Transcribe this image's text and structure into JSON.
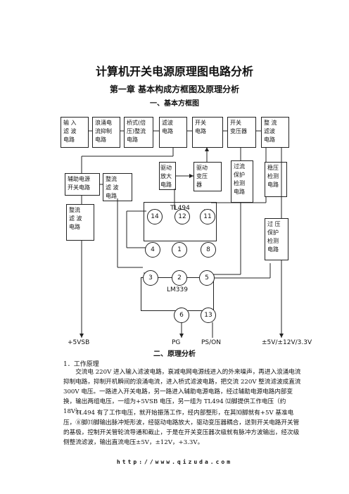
{
  "title": "计算机开关电源原理图电路分析",
  "chapter": "第一章  基本构成方框图及原理分析",
  "section1": "一、基本方框图",
  "blocks": {
    "input_filter": "输 入\n滤 波\n电路",
    "inrush": "浪涌电\n流抑制\n电路",
    "bridge": "桥式(倍\n压)整流\n电路",
    "filter1": "滤波\n电路",
    "switch": "开关\n电路",
    "transformer": "开关\n变压器",
    "rect_filter": "整 流\n滤波\n电路",
    "aux_power": "辅助电源\n开关电路",
    "aux_rect": "整流\n滤 波\n电路",
    "drive_amp": "驱动\n放大\n电路",
    "drive_tf": "驱动\n变压\n器",
    "ocp": "过流\n保护\n检测\n电路",
    "vreg": "稳压\n检测\n电路",
    "aux_filter": "整流\n滤 波\n电路",
    "ovp": "过 压\n保护\n检测\n电路"
  },
  "chips": {
    "tl494": {
      "name": "TL494",
      "pins_top": [
        "14",
        "12",
        "11"
      ],
      "pins_bottom": [
        "4",
        "1",
        "8"
      ]
    },
    "lm339": {
      "name": "LM339",
      "pins_top": [
        "3",
        "2",
        "5"
      ],
      "pins_bottom": [
        "6",
        "13"
      ]
    }
  },
  "outputs": {
    "v5sb": "+5VSB",
    "pg": "PG",
    "pson": "PS/ON",
    "rails": "±5V/±12V/3.3V"
  },
  "section2": "二、原理分析",
  "subheading": "1．工作原理",
  "paragraphs": [
    "交流电 220V 进入输入滤波电路，衰减电网电源线进入的外来噪声，再进入浪涌电流抑制电路，抑制开机瞬间的浪涌电流，进入桥式滤波电路，把交流 220V 整流滤波成直流 300V 电压。一路进入开关电路，另一路进入辅助电源电路，经过辅助电源电路内部变换，输出两组电压，一组为+5VSB 电压，另一组为 TL494 ⑿脚提供工作电压（约 18V）。",
    "TL494 有了工作电压，就开始振荡工作，经内部整形，在其⑽脚就有+5V 基准电压，⑧脚⑾脚输出脉冲矩形波，经驱动电路放大，驱动变压器耦合，送到开关电路开关管的基极，控制开关管轮流导通和截止，于是在开关变压器次级就有脉冲方波输出，经次级侧整流滤波，输出直流电压±5V，±12V，+3.3V。"
  ],
  "footer": "http://www.qizuda.com"
}
